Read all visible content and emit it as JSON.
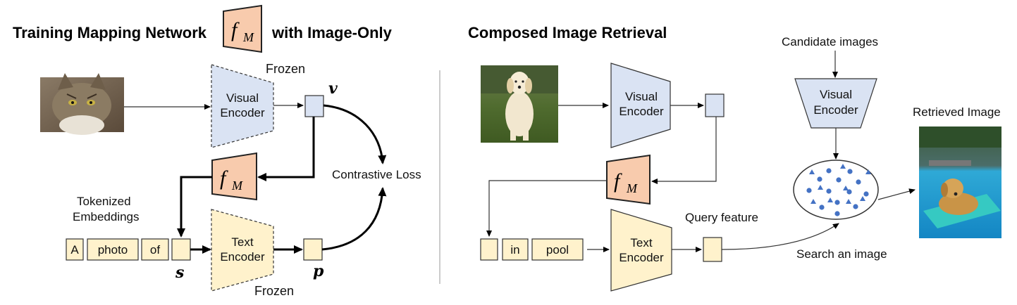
{
  "left_panel": {
    "title_part1": "Training Mapping Network",
    "title_part2": "with Image-Only",
    "frozen_top": "Frozen",
    "frozen_bottom": "Frozen",
    "visual_encoder_line1": "Visual",
    "visual_encoder_line2": "Encoder",
    "text_encoder_line1": "Text",
    "text_encoder_line2": "Encoder",
    "mapping_f": "f",
    "mapping_sub": "M",
    "var_v": "v",
    "var_s": "s",
    "var_p": "p",
    "contrastive_loss": "Contrastive Loss",
    "tokenized_line1": "Tokenized",
    "tokenized_line2": "Embeddings",
    "tokens": [
      "A",
      "photo",
      "of"
    ]
  },
  "right_panel": {
    "title": "Composed Image Retrieval",
    "visual_encoder_line1": "Visual",
    "visual_encoder_line2": "Encoder",
    "text_encoder_line1": "Text",
    "text_encoder_line2": "Encoder",
    "candidate_visual_line1": "Visual",
    "candidate_visual_line2": "Encoder",
    "mapping_f": "f",
    "mapping_sub": "M",
    "candidate_images": "Candidate images",
    "retrieved_image": "Retrieved Image",
    "query_feature": "Query feature",
    "search_label": "Search an image",
    "tokens": [
      "in",
      "pool"
    ]
  },
  "colors": {
    "visual_fill": "#dae3f3",
    "text_fill": "#fff2cc",
    "mapping_fill": "#f8cbad",
    "dot_blue": "#4472c4",
    "stroke": "#333333"
  }
}
